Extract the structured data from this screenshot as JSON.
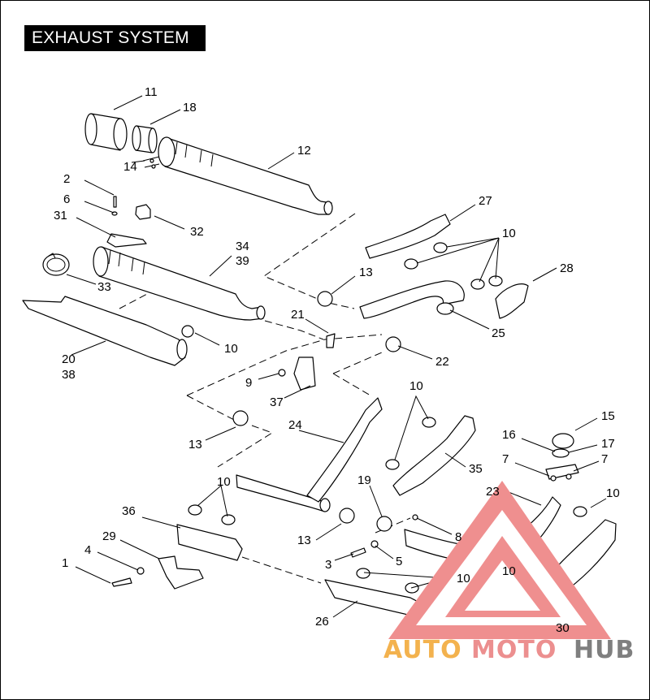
{
  "title": "EXHAUST SYSTEM",
  "callouts": [
    "11",
    "18",
    "12",
    "14",
    "2",
    "6",
    "31",
    "32",
    "27",
    "10",
    "34",
    "39",
    "33",
    "13",
    "28",
    "21",
    "25",
    "10",
    "20",
    "38",
    "22",
    "9",
    "37",
    "10",
    "24",
    "13",
    "15",
    "16",
    "17",
    "7",
    "7",
    "35",
    "10",
    "19",
    "36",
    "23",
    "10",
    "29",
    "8",
    "4",
    "13",
    "5",
    "3",
    "1",
    "10",
    "10",
    "26",
    "30"
  ],
  "watermark": {
    "part1": "AUTO",
    "part2": "MOTO",
    "part3": "HUB",
    "colors": {
      "auto": "#f3b24e",
      "moto": "#ec8f8f",
      "hub": "#7f7f7f"
    }
  }
}
